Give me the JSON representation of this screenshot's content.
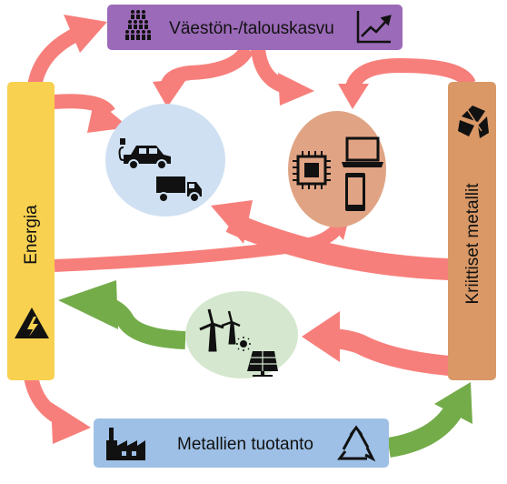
{
  "boxes": {
    "top": {
      "label": "Väestön-/talouskasvu",
      "color": "#9b6ab8",
      "icons": [
        "population-icon",
        "growth-chart-icon"
      ]
    },
    "left": {
      "label": "Energia",
      "color": "#f8d150",
      "icons": [
        "high-voltage-warning-icon"
      ]
    },
    "right": {
      "label": "Kriittiset metallit",
      "color": "#d99866",
      "icons": [
        "crystal-ore-icon"
      ]
    },
    "bottom": {
      "label": "Metallien tuotanto",
      "color": "#9ec0e6",
      "icons": [
        "factory-icon",
        "recycle-icon"
      ]
    }
  },
  "circles": {
    "transport": {
      "color": "#cfe0f2",
      "icons": [
        "electric-car-icon",
        "truck-icon"
      ]
    },
    "electronics": {
      "color": "#e0a484",
      "icons": [
        "chip-icon",
        "laptop-icon",
        "smartphone-icon"
      ]
    },
    "renewables": {
      "color": "#d5e8cf",
      "icons": [
        "wind-turbine-icon",
        "solar-panel-icon"
      ]
    }
  },
  "arrow_colors": {
    "demand": "#f77f7b",
    "supply": "#74ac4a"
  }
}
